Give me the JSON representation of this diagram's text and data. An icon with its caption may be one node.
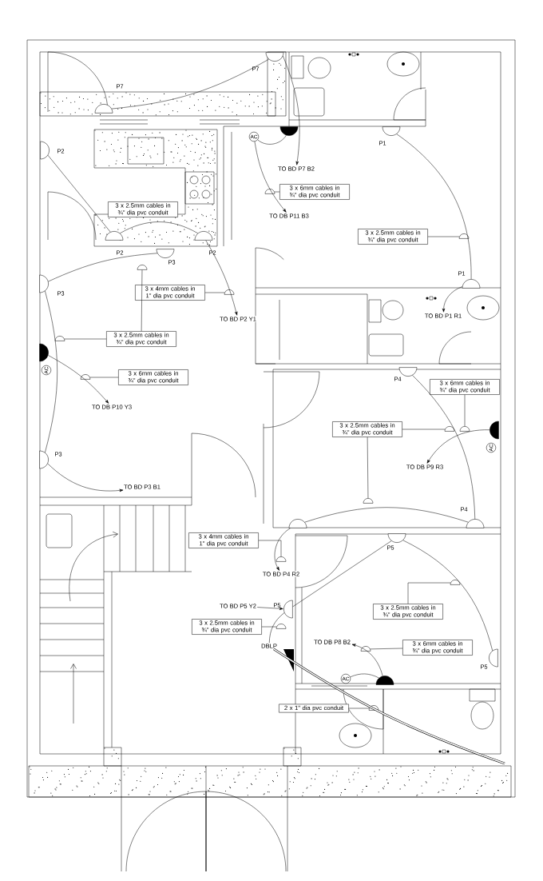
{
  "diagram": {
    "nodes": [
      {
        "text": [],
        "shape": "semicircle",
        "beside": [
          "P7"
        ]
      },
      {
        "text": [],
        "shape": "semicircle",
        "beside": [
          "P7"
        ]
      },
      {
        "text": [
          "TO BD P7 B2"
        ]
      },
      {
        "text": [],
        "shape": "semicircle",
        "beside": [
          "P2"
        ]
      },
      {
        "text": [],
        "shape": "semicircle",
        "beside": [
          "P2"
        ]
      },
      {
        "text": [],
        "shape": "semicircle",
        "beside": [
          "P2"
        ]
      },
      {
        "text": [
          "TO BD P2 Y1"
        ]
      },
      {
        "text": [],
        "shape": "semicircle",
        "beside": [
          "P3"
        ]
      },
      {
        "text": [],
        "shape": "semicircle",
        "beside": [
          "P3"
        ]
      },
      {
        "text": [],
        "shape": "semicircle",
        "beside": [
          "P3"
        ]
      },
      {
        "text": [
          "TO BD P3 B1"
        ]
      },
      {
        "text": [
          "AC"
        ]
      },
      {
        "text": [],
        "shape": "semicircle"
      },
      {
        "text": [
          "TO DB P10 Y3"
        ]
      },
      {
        "text": [
          "AC"
        ]
      },
      {
        "text": [],
        "shape": "semicircle"
      },
      {
        "text": [
          "TO DB P11 B3"
        ]
      },
      {
        "text": [],
        "shape": "semicircle",
        "beside": [
          "P1"
        ]
      },
      {
        "text": [],
        "shape": "semicircle",
        "beside": [
          "P1"
        ]
      },
      {
        "text": [
          "TO BD P1 R1"
        ]
      },
      {
        "text": [],
        "shape": "semicircle",
        "beside": [
          "P4"
        ]
      },
      {
        "text": [],
        "shape": "semicircle",
        "beside": [
          "P4"
        ]
      },
      {
        "text": [],
        "shape": "semicircle"
      },
      {
        "text": [
          "TO BD P4 R2"
        ]
      },
      {
        "text": [
          "AC"
        ]
      },
      {
        "text": [],
        "shape": "semicircle"
      },
      {
        "text": [
          "TO DB P9 R3"
        ]
      },
      {
        "text": [],
        "shape": "semicircle",
        "beside": [
          "P5"
        ]
      },
      {
        "text": [],
        "shape": "semicircle",
        "beside": [
          "P5"
        ]
      },
      {
        "text": [],
        "shape": "semicircle",
        "beside": [
          "P5"
        ]
      },
      {
        "text": [
          "TO BD P5 Y2"
        ]
      },
      {
        "text": [
          "AC"
        ]
      },
      {
        "text": [],
        "shape": "semicircle"
      },
      {
        "text": [
          "TO DB P8 B2"
        ]
      },
      {
        "text": [
          "DBLP"
        ]
      },
      {
        "text": [
          "3 x 2.5mm cables in ¾\" dia pvc conduit"
        ]
      },
      {
        "text": [
          "3 x 6mm cables in ¾\" dia pvc conduit"
        ]
      },
      {
        "text": [
          "3 x 2.5mm cables in ¾\" dia pvc conduit"
        ]
      },
      {
        "text": [
          "3 x 4mm cables in 1\" dia pvc conduit"
        ]
      },
      {
        "text": [
          "3 x 2.5mm cables in ¾\" dia pvc conduit"
        ]
      },
      {
        "text": [
          "3 x 6mm cables in ¾\" dia pvc conduit"
        ]
      },
      {
        "text": [
          "3 x 2.5mm cables in ¾\" dia pvc conduit"
        ]
      },
      {
        "text": [
          "3 x 6mm cables in ¾\" dia pvc conduit"
        ]
      },
      {
        "text": [
          "3 x 4mm cables in 1\" dia pvc conduit"
        ]
      },
      {
        "text": [
          "3 x 2.5mm cables in ¾\" dia pvc conduit"
        ]
      },
      {
        "text": [
          "3 x 2.5mm cables in ¾\" dia pvc conduit"
        ]
      },
      {
        "text": [
          "3 x 6mm cables in ¾\" dia pvc conduit"
        ]
      },
      {
        "text": [
          "2 x 1\" dia pvc conduit"
        ]
      },
      {
        "text": [],
        "shape": "semicircle"
      },
      {
        "text": [],
        "shape": "semicircle"
      },
      {
        "text": [],
        "shape": "semicircle"
      },
      {
        "text": [],
        "shape": "semicircle"
      },
      {
        "text": [],
        "shape": "semicircle"
      },
      {
        "text": [],
        "shape": "semicircle"
      },
      {
        "text": [],
        "shape": "semicircle"
      },
      {
        "text": [],
        "shape": "semicircle"
      },
      {
        "text": [],
        "shape": "semicircle"
      },
      {
        "text": [],
        "shape": "semicircle"
      },
      {
        "text": [],
        "shape": "semicircle"
      },
      {
        "text": [],
        "shape": "semicircle"
      },
      {
        "text": [],
        "shape": "semicircle"
      },
      {
        "text": [],
        "shape": "semicircle"
      }
    ],
    "edges": [
      {
        "from": 0,
        "to": 1,
        "arrow": "none"
      },
      {
        "from": 1,
        "to": 2,
        "arrow": "to"
      },
      {
        "from": 3,
        "to": 4,
        "arrow": "none"
      },
      {
        "from": 4,
        "to": 5,
        "arrow": "none"
      },
      {
        "from": 5,
        "to": 6,
        "arrow": "to"
      },
      {
        "from": 7,
        "to": 8,
        "arrow": "none"
      },
      {
        "from": 8,
        "to": 9,
        "arrow": "none"
      },
      {
        "from": 9,
        "to": 10,
        "arrow": "to"
      },
      {
        "from": 12,
        "to": 13,
        "arrow": "to"
      },
      {
        "from": 14,
        "to": 15,
        "arrow": "none"
      },
      {
        "from": 14,
        "to": 16,
        "arrow": "to"
      },
      {
        "from": 17,
        "to": 18,
        "arrow": "none"
      },
      {
        "from": 18,
        "to": 19,
        "arrow": "to"
      },
      {
        "from": 20,
        "to": 21,
        "arrow": "none"
      },
      {
        "from": 22,
        "to": 21,
        "arrow": "none"
      },
      {
        "from": 22,
        "to": 23,
        "arrow": "to"
      },
      {
        "from": 25,
        "to": 26,
        "arrow": "to"
      },
      {
        "from": 28,
        "to": 27,
        "arrow": "none"
      },
      {
        "from": 27,
        "to": 29,
        "arrow": "none"
      },
      {
        "from": 30,
        "to": 28,
        "arrow": "to"
      },
      {
        "from": 31,
        "to": 32,
        "arrow": "none"
      },
      {
        "from": 32,
        "to": 33,
        "arrow": "to"
      },
      {
        "from": 28,
        "to": 34,
        "arrow": "none"
      },
      {
        "from": 34,
        "to": null,
        "arrow": "none",
        "style": "thick"
      },
      {
        "from": 36,
        "to": 48,
        "arrow": "none"
      },
      {
        "from": 37,
        "to": 49,
        "arrow": "none"
      },
      {
        "from": 38,
        "to": 50,
        "arrow": "none"
      },
      {
        "from": 39,
        "to": 51,
        "arrow": "none"
      },
      {
        "from": 39,
        "to": 52,
        "arrow": "none"
      },
      {
        "from": 40,
        "to": 53,
        "arrow": "none"
      },
      {
        "from": 41,
        "to": 54,
        "arrow": "none"
      },
      {
        "from": 41,
        "to": 55,
        "arrow": "none"
      },
      {
        "from": 42,
        "to": 56,
        "arrow": "none"
      },
      {
        "from": 43,
        "to": 57,
        "arrow": "none"
      },
      {
        "from": 44,
        "to": 58,
        "arrow": "none"
      },
      {
        "from": 45,
        "to": 59,
        "arrow": "none"
      },
      {
        "from": 46,
        "to": 60,
        "arrow": "none"
      },
      {
        "from": 47,
        "to": 61,
        "arrow": "none"
      }
    ]
  }
}
